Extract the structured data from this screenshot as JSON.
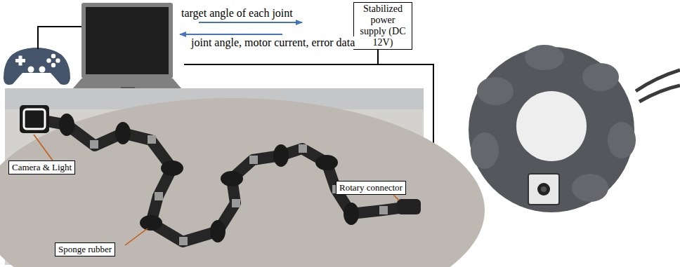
{
  "diagram": {
    "nodes": [
      {
        "text": [
          "Stabilized power supply (DC 12V)"
        ]
      },
      {
        "text": [
          "Camera & Light"
        ]
      },
      {
        "text": [
          "Sponge rubber"
        ]
      },
      {
        "text": [
          "Rotary connector"
        ]
      }
    ],
    "labels": [
      "target angle of each joint",
      "joint angle, motor current, error data"
    ]
  }
}
